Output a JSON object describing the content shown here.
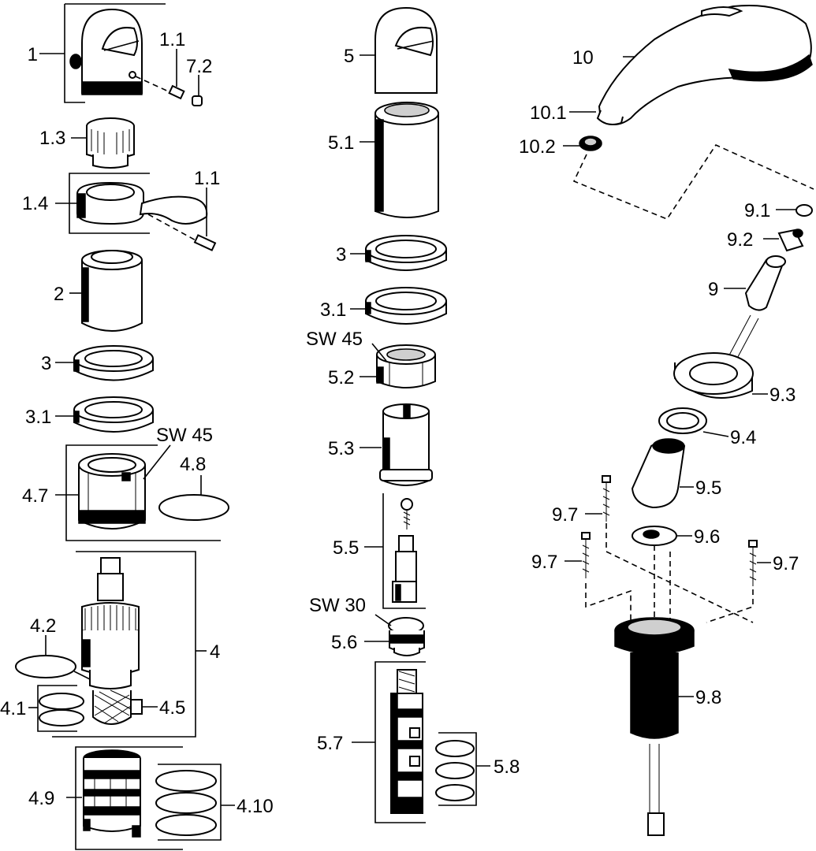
{
  "labels": {
    "l1": "1",
    "l1_1a": "1.1",
    "l7_2": "7.2",
    "l1_3": "1.3",
    "l1_4": "1.4",
    "l1_1b": "1.1",
    "l2": "2",
    "l3a": "3",
    "l3_1a": "3.1",
    "lsw45a": "SW 45",
    "l4_8": "4.8",
    "l4_7": "4.7",
    "l4": "4",
    "l4_2": "4.2",
    "l4_1": "4.1",
    "l4_5": "4.5",
    "l4_9": "4.9",
    "l4_10": "4.10",
    "l5": "5",
    "l5_1": "5.1",
    "l3b": "3",
    "l3_1b": "3.1",
    "lsw45b": "SW 45",
    "l5_2": "5.2",
    "l5_3": "5.3",
    "l5_5": "5.5",
    "lsw30": "SW 30",
    "l5_6": "5.6",
    "l5_7": "5.7",
    "l5_8": "5.8",
    "l10": "10",
    "l10_1": "10.1",
    "l10_2": "10.2",
    "l9_1": "9.1",
    "l9_2": "9.2",
    "l9": "9",
    "l9_3": "9.3",
    "l9_4": "9.4",
    "l9_5": "9.5",
    "l9_7a": "9.7",
    "l9_6": "9.6",
    "l9_7b": "9.7",
    "l9_7c": "9.7",
    "l9_8": "9.8"
  }
}
